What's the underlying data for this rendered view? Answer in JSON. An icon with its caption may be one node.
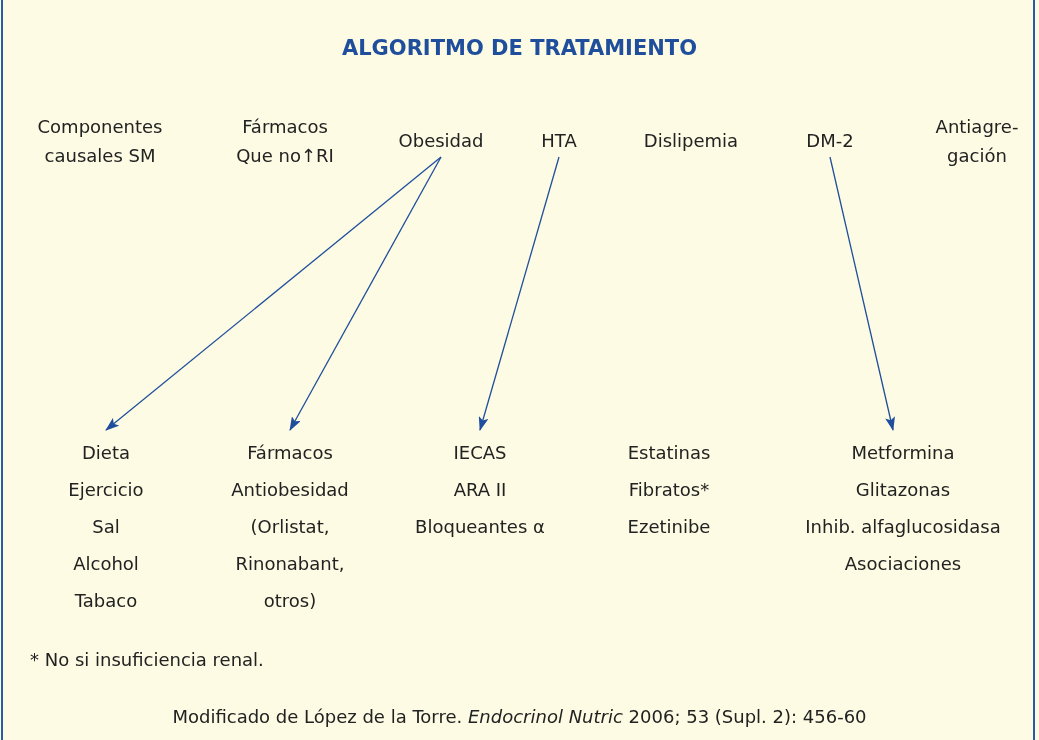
{
  "diagram": {
    "title": "ALGORITMO DE TRATAMIENTO",
    "caption": "Modificado de López de la Torre. *Endocrinol Nutric* 2006; 53 (Supl. 2): 456-60",
    "nodes": [
      {
        "text": [
          "Componentes causales SM"
        ]
      },
      {
        "text": [
          "Fármacos Que no↑RI"
        ]
      },
      {
        "text": [
          "Obesidad"
        ]
      },
      {
        "text": [
          "HTA"
        ]
      },
      {
        "text": [
          "Dislipemia"
        ]
      },
      {
        "text": [
          "DM-2"
        ]
      },
      {
        "text": [
          "Antiagre-gación"
        ]
      },
      {
        "text": [
          "Dieta",
          "Ejercicio",
          "Sal",
          "Alcohol",
          "Tabaco"
        ]
      },
      {
        "text": [
          "Fármacos Antiobesidad",
          "(Orlistat, Rinonabant, otros)"
        ]
      },
      {
        "text": [
          "IECAS",
          "ARA II",
          "Bloqueantes α"
        ]
      },
      {
        "text": [
          "Estatinas",
          "Fibratos*",
          "Ezetinibe"
        ]
      },
      {
        "text": [
          "Metformina",
          "Glitazonas",
          "Inhib. alfaglucosidasa",
          "Asociaciones"
        ]
      }
    ],
    "edges": [
      {
        "from": 2,
        "to": 7,
        "arrow": "to"
      },
      {
        "from": 2,
        "to": 8,
        "arrow": "to"
      },
      {
        "from": 3,
        "to": 9,
        "arrow": "to"
      },
      {
        "from": 5,
        "to": 11,
        "arrow": "to"
      }
    ],
    "labels": [
      "* No si insuficiencia renal."
    ]
  }
}
